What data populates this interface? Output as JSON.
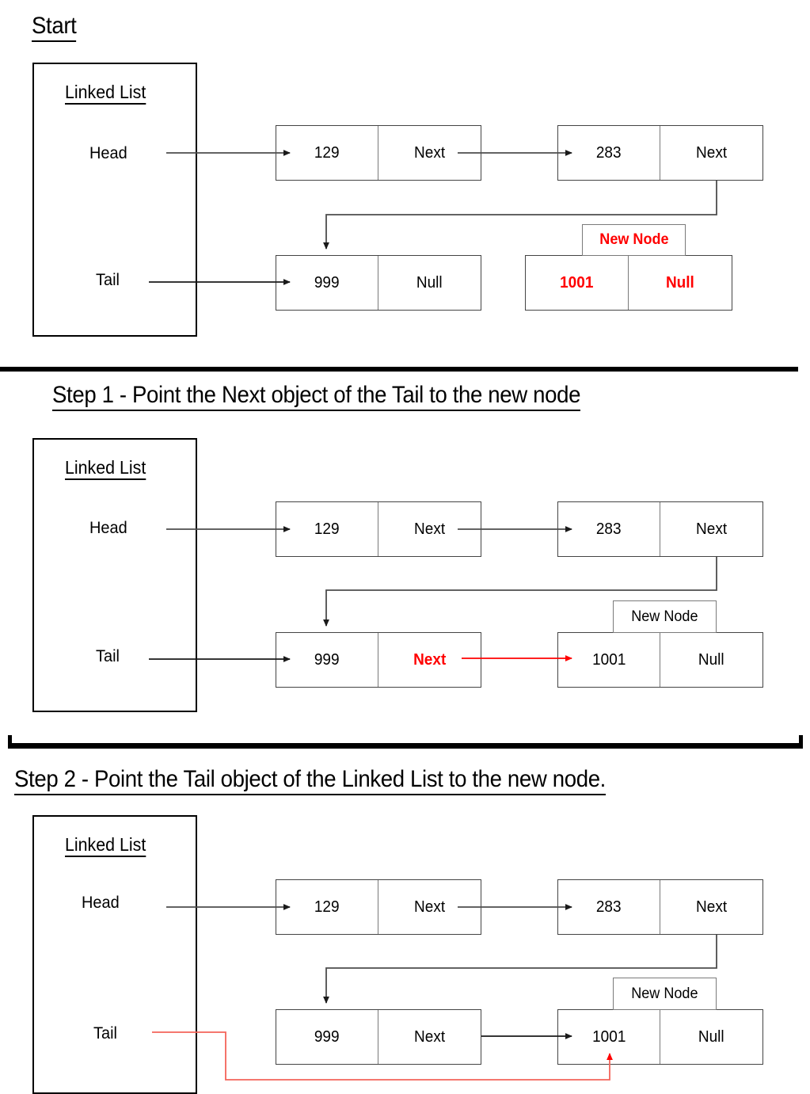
{
  "diagram": {
    "title_start": "Start",
    "step1_title": "Step 1 - Point the Next object of the Tail to the new node",
    "step2_title": "Step 2 - Point the Tail object of the Linked List to the new node.",
    "colors": {
      "highlight": "#ff0000",
      "outline": "#7a7a7a",
      "text": "#000000",
      "background": "#ffffff"
    }
  },
  "labels": {
    "linked_list": "Linked List",
    "head": "Head",
    "tail": "Tail",
    "new_node": "New Node"
  },
  "sections": [
    {
      "id": "start",
      "heading": "Start",
      "container": {
        "title": "Linked List",
        "fields": [
          "Head",
          "Tail"
        ]
      },
      "nodes": [
        {
          "id": "n1",
          "value": "129",
          "next": "Next",
          "highlight": false
        },
        {
          "id": "n2",
          "value": "283",
          "next": "Next",
          "highlight": false
        },
        {
          "id": "n3",
          "value": "999",
          "next": "Null",
          "highlight": false
        },
        {
          "id": "n4",
          "value": "1001",
          "next": "Null",
          "highlight": true,
          "tag": "New Node",
          "tag_highlight": true
        }
      ]
    },
    {
      "id": "step1",
      "heading": "Step 1 - Point the Next object of the Tail to the new node",
      "container": {
        "title": "Linked List",
        "fields": [
          "Head",
          "Tail"
        ]
      },
      "nodes": [
        {
          "id": "n1",
          "value": "129",
          "next": "Next",
          "highlight": false
        },
        {
          "id": "n2",
          "value": "283",
          "next": "Next",
          "highlight": false
        },
        {
          "id": "n3",
          "value": "999",
          "next": "Next",
          "highlight": true,
          "next_highlight": true
        },
        {
          "id": "n4",
          "value": "1001",
          "next": "Null",
          "highlight": false,
          "tag": "New Node",
          "tag_highlight": false
        }
      ]
    },
    {
      "id": "step2",
      "heading": "Step 2 - Point the Tail object of the Linked List to the new node.",
      "container": {
        "title": "Linked List",
        "fields": [
          "Head",
          "Tail"
        ]
      },
      "nodes": [
        {
          "id": "n1",
          "value": "129",
          "next": "Next",
          "highlight": false
        },
        {
          "id": "n2",
          "value": "283",
          "next": "Next",
          "highlight": false
        },
        {
          "id": "n3",
          "value": "999",
          "next": "Next",
          "highlight": false
        },
        {
          "id": "n4",
          "value": "1001",
          "next": "Null",
          "highlight": false,
          "tag": "New Node",
          "tag_highlight": false
        }
      ]
    }
  ],
  "s1": {
    "heading": "Start",
    "ll_title": "Linked List",
    "head": "Head",
    "tail": "Tail",
    "n1v": "129",
    "n1n": "Next",
    "n2v": "283",
    "n2n": "Next",
    "n3v": "999",
    "n3n": "Null",
    "n4v": "1001",
    "n4n": "Null",
    "tag": "New Node"
  },
  "s2": {
    "heading": "Step 1 - Point the Next object of the Tail to the new node",
    "ll_title": "Linked List",
    "head": "Head",
    "tail": "Tail",
    "n1v": "129",
    "n1n": "Next",
    "n2v": "283",
    "n2n": "Next",
    "n3v": "999",
    "n3n": "Next",
    "n4v": "1001",
    "n4n": "Null",
    "tag": "New Node"
  },
  "s3": {
    "heading": "Step 2 - Point the Tail object of the Linked List to the new node.",
    "ll_title": "Linked List",
    "head": "Head",
    "tail": "Tail",
    "n1v": "129",
    "n1n": "Next",
    "n2v": "283",
    "n2n": "Next",
    "n3v": "999",
    "n3n": "Next",
    "n4v": "1001",
    "n4n": "Null",
    "tag": "New Node"
  }
}
